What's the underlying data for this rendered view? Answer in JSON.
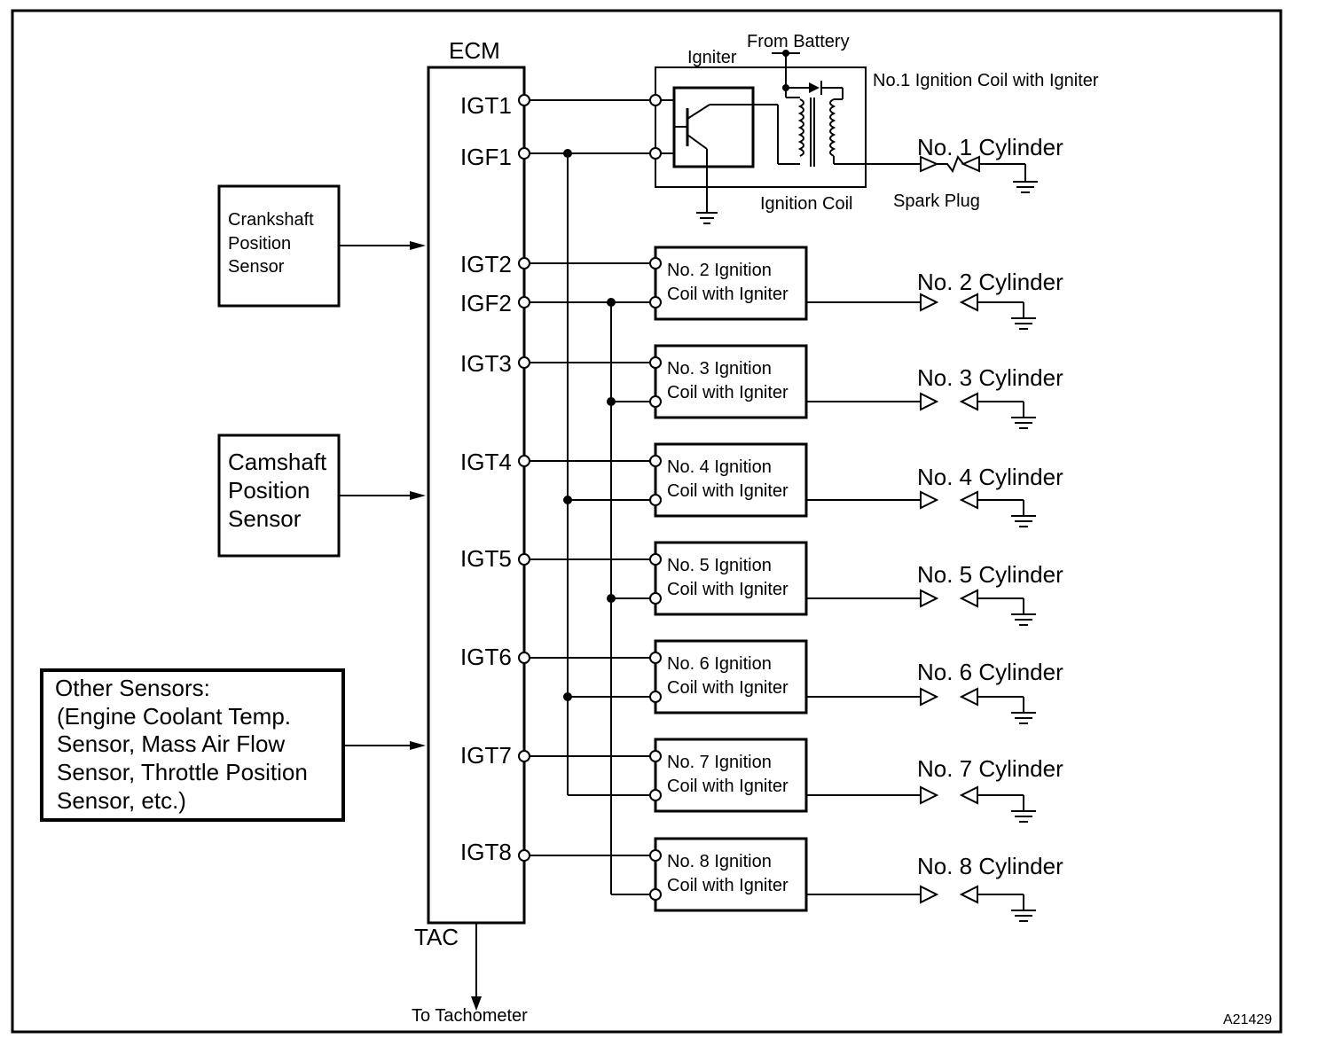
{
  "ecm": {
    "title": "ECM",
    "pins": [
      "IGT1",
      "IGF1",
      "IGT2",
      "IGF2",
      "IGT3",
      "IGT4",
      "IGT5",
      "IGT6",
      "IGT7",
      "IGT8"
    ],
    "tac": "TAC",
    "to_tachometer": "To Tachometer"
  },
  "sensors": {
    "crankshaft": [
      "Crankshaft",
      "Position",
      "Sensor"
    ],
    "camshaft": [
      "Camshaft",
      "Position",
      "Sensor"
    ],
    "other": [
      "Other Sensors:",
      "(Engine Coolant Temp.",
      "Sensor, Mass Air Flow",
      "Sensor, Throttle Position",
      "Sensor, etc.)"
    ]
  },
  "coil1": {
    "igniter": "Igniter",
    "from_battery": "From Battery",
    "title": "No.1 Ignition Coil with Igniter",
    "ignition_coil": "Ignition Coil",
    "spark_plug": "Spark Plug",
    "cylinder": "No. 1 Cylinder"
  },
  "coils": [
    {
      "line1": "No. 2 Ignition",
      "line2": "Coil with Igniter",
      "cylinder": "No. 2 Cylinder"
    },
    {
      "line1": "No. 3 Ignition",
      "line2": "Coil with Igniter",
      "cylinder": "No. 3 Cylinder"
    },
    {
      "line1": "No. 4 Ignition",
      "line2": "Coil with Igniter",
      "cylinder": "No. 4 Cylinder"
    },
    {
      "line1": "No. 5 Ignition",
      "line2": "Coil with Igniter",
      "cylinder": "No. 5 Cylinder"
    },
    {
      "line1": "No. 6 Ignition",
      "line2": "Coil with Igniter",
      "cylinder": "No. 6 Cylinder"
    },
    {
      "line1": "No. 7 Ignition",
      "line2": "Coil with Igniter",
      "cylinder": "No. 7 Cylinder"
    },
    {
      "line1": "No. 8 Ignition",
      "line2": "Coil with Igniter",
      "cylinder": "No. 8 Cylinder"
    }
  ],
  "figure_id": "A21429"
}
